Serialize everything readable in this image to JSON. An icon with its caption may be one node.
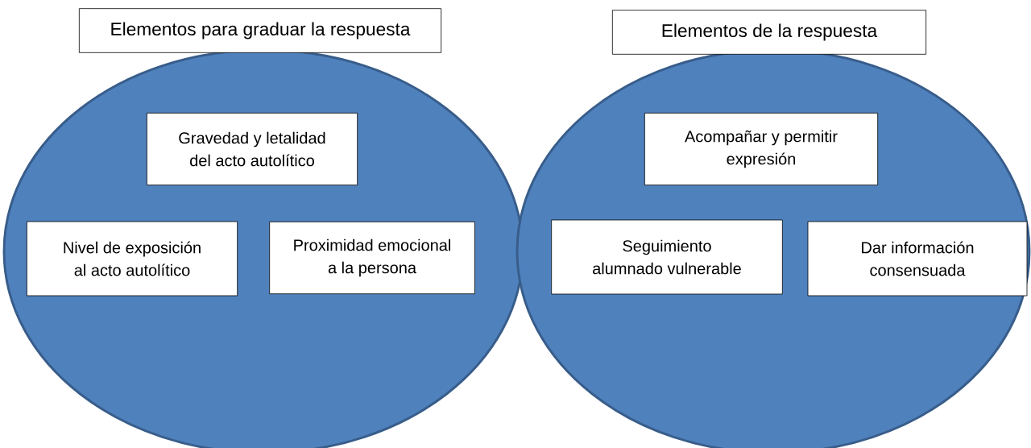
{
  "diagram": {
    "nodes": [
      {
        "text": [
          "Elementos para graduar la respuesta"
        ]
      },
      {
        "text": [
          "Gravedad y letalidad del acto autolítico"
        ],
        "in": 0
      },
      {
        "text": [
          "Nivel de exposición al acto autolítico"
        ],
        "in": 0
      },
      {
        "text": [
          "Proximidad emocional a la persona"
        ],
        "in": 0
      },
      {
        "text": [
          "Elementos de la respuesta"
        ]
      },
      {
        "text": [
          "Acompañar y permitir expresión"
        ],
        "in": 4
      },
      {
        "text": [
          "Seguimiento alumnado vulnerable"
        ],
        "in": 4
      },
      {
        "text": [
          "Dar información consensuada"
        ],
        "in": 4
      }
    ]
  }
}
